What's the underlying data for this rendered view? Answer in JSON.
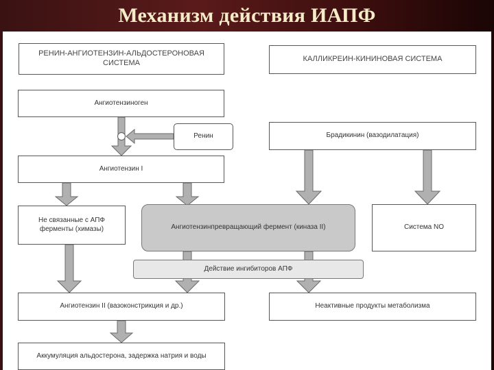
{
  "title": "Механизм действия ИАПФ",
  "diagram": {
    "raas_header": "РЕНИН-АНГИОТЕНЗИН-АЛЬДОСТЕРОНОВАЯ СИСТЕМА",
    "kks_header": "КАЛЛИКРЕИН-КИНИНОВАЯ СИСТЕМА",
    "angiotensinogen": "Ангиотензиноген",
    "renin": "Ренин",
    "bradykinin": "Брадикинин (вазодилатация)",
    "angiotensin1": "Ангиотензин I",
    "chymase": "Не связанные с АПФ ферменты (химазы)",
    "ace": "Ангиотензинпревращающий фермент (киназа II)",
    "no_system": "Система NO",
    "ace_inhibitors": "Действие ингибиторов АПФ",
    "angiotensin2": "Ангиотензин II (вазоконстрикция и др.)",
    "inactive": "Неактивные продукты метаболизма",
    "aldosterone": "Аккумуляция альдостерона, задержка натрия и воды"
  }
}
